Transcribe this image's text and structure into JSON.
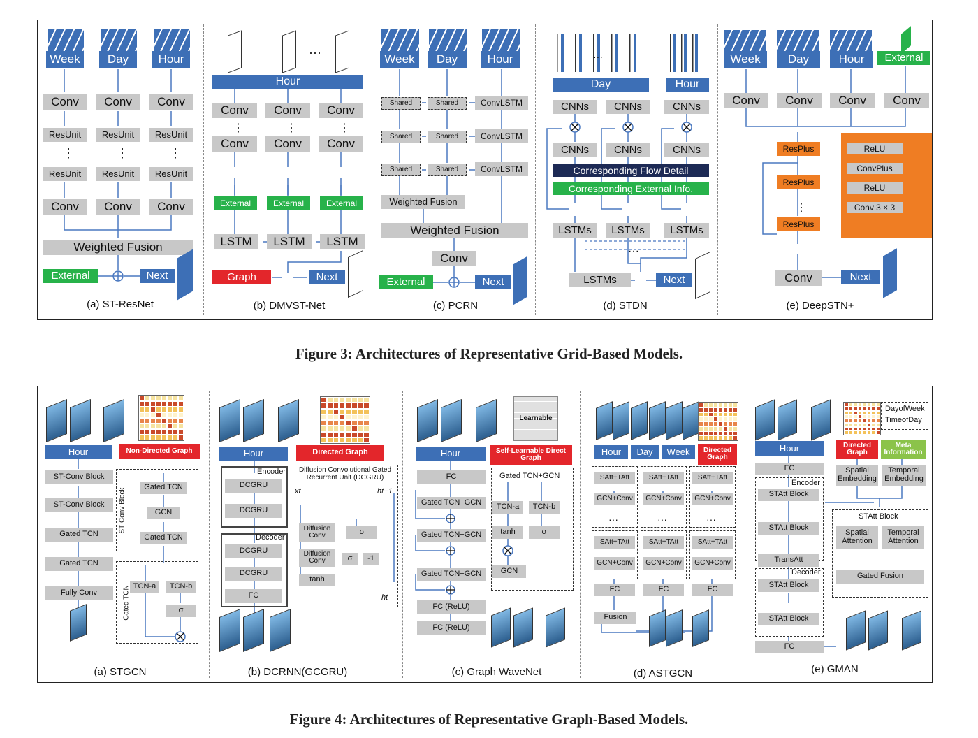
{
  "fig3": {
    "caption": "Figure 3: Architectures of Representative Grid-Based Models.",
    "a": {
      "caption": "(a) ST-ResNet",
      "inputs": [
        "Week",
        "Day",
        "Hour"
      ],
      "conv": "Conv",
      "resunit": "ResUnit",
      "dots": "⋮",
      "fusion": "Weighted Fusion",
      "external": "External",
      "next": "Next"
    },
    "b": {
      "caption": "(b) DMVST-Net",
      "hour": "Hour",
      "conv": "Conv",
      "external": "External",
      "lstm": "LSTM",
      "graph": "Graph",
      "next": "Next",
      "ellipsis": "···",
      "dots": "⋮"
    },
    "c": {
      "caption": "(c) PCRN",
      "inputs": [
        "Week",
        "Day",
        "Hour"
      ],
      "shared": "Shared",
      "convlstm": "ConvLSTM",
      "wf_small": "Weighted Fusion",
      "wf": "Weighted Fusion",
      "conv": "Conv",
      "external": "External",
      "next": "Next"
    },
    "d": {
      "caption": "(d) STDN",
      "day": "Day",
      "hour": "Hour",
      "cnns": "CNNs",
      "flow": "Corresponding Flow Detail",
      "ext": "Corresponding External Info.",
      "lstms": "LSTMs",
      "next": "Next",
      "ellipsis": "···",
      "dots": "···"
    },
    "e": {
      "caption": "(e) DeepSTN+",
      "inputs": [
        "Week",
        "Day",
        "Hour"
      ],
      "external": "External",
      "conv": "Conv",
      "resplus": "ResPlus",
      "relu": "ReLU",
      "convplus": "ConvPlus",
      "conv33": "Conv 3 × 3",
      "next": "Next",
      "dots": "⋮"
    }
  },
  "fig4": {
    "caption": "Figure 4: Architectures of Representative Graph-Based Models.",
    "a": {
      "caption": "(a) STGCN",
      "hour": "Hour",
      "graph": "Non-Directed Graph",
      "blocks": [
        "ST-Conv Block",
        "ST-Conv Block",
        "Gated TCN",
        "Gated TCN",
        "Fully Conv"
      ],
      "stconv_label": "ST-Conv Block",
      "gated_tcn": "Gated TCN",
      "gcn": "GCN",
      "gated_label": "Gated TCN",
      "tcna": "TCN-a",
      "tcnb": "TCN-b",
      "sigma": "σ"
    },
    "b": {
      "caption": "(b) DCRNN(GCGRU)",
      "hour": "Hour",
      "graph": "Directed Graph",
      "encoder": "Encoder",
      "decoder": "Decoder",
      "dcgru": "DCGRU",
      "fc": "FC",
      "dcgru_title": "Diffusion Convolutional Gated Recurrent Unit (DCGRU)",
      "xt": "xt",
      "htm1": "ht−1",
      "ht": "ht",
      "diffusion": "Diffusion Conv",
      "sigma": "σ",
      "minus1": "-1",
      "tanh": "tanh"
    },
    "c": {
      "caption": "(c) Graph WaveNet",
      "learnable": "Learnable",
      "hour": "Hour",
      "graph": "Self-Learnable Direct Graph",
      "fc": "FC",
      "gated": "Gated TCN+GCN",
      "fcrelu": "FC (ReLU)",
      "tcna": "TCN-a",
      "tcnb": "TCN-b",
      "tanh": "tanh",
      "sigma": "σ",
      "gcn": "GCN"
    },
    "d": {
      "caption": "(d) ASTGCN",
      "inputs": [
        "Hour",
        "Day",
        "Week"
      ],
      "graph": "Directed Graph",
      "satt": "SAtt+TAtt",
      "gcnconv": "GCN+Conv",
      "fc": "FC",
      "fusion": "Fusion",
      "dots": "···"
    },
    "e": {
      "caption": "(e) GMAN",
      "hour": "Hour",
      "graph": "Directed Graph",
      "meta": "Meta Information",
      "dow": "DayofWeek",
      "tod": "TimeofDay",
      "fc": "FC",
      "encoder": "Encoder",
      "decoder": "Decoder",
      "statt": "STAtt Block",
      "transatt": "TransAtt",
      "spatial_emb": "Spatial Embedding",
      "temporal_emb": "Temporal Embedding",
      "statt_block": "STAtt Block",
      "spatial_att": "Spatial Attention",
      "temporal_att": "Temporal Attention",
      "gated_fusion": "Gated Fusion"
    }
  }
}
